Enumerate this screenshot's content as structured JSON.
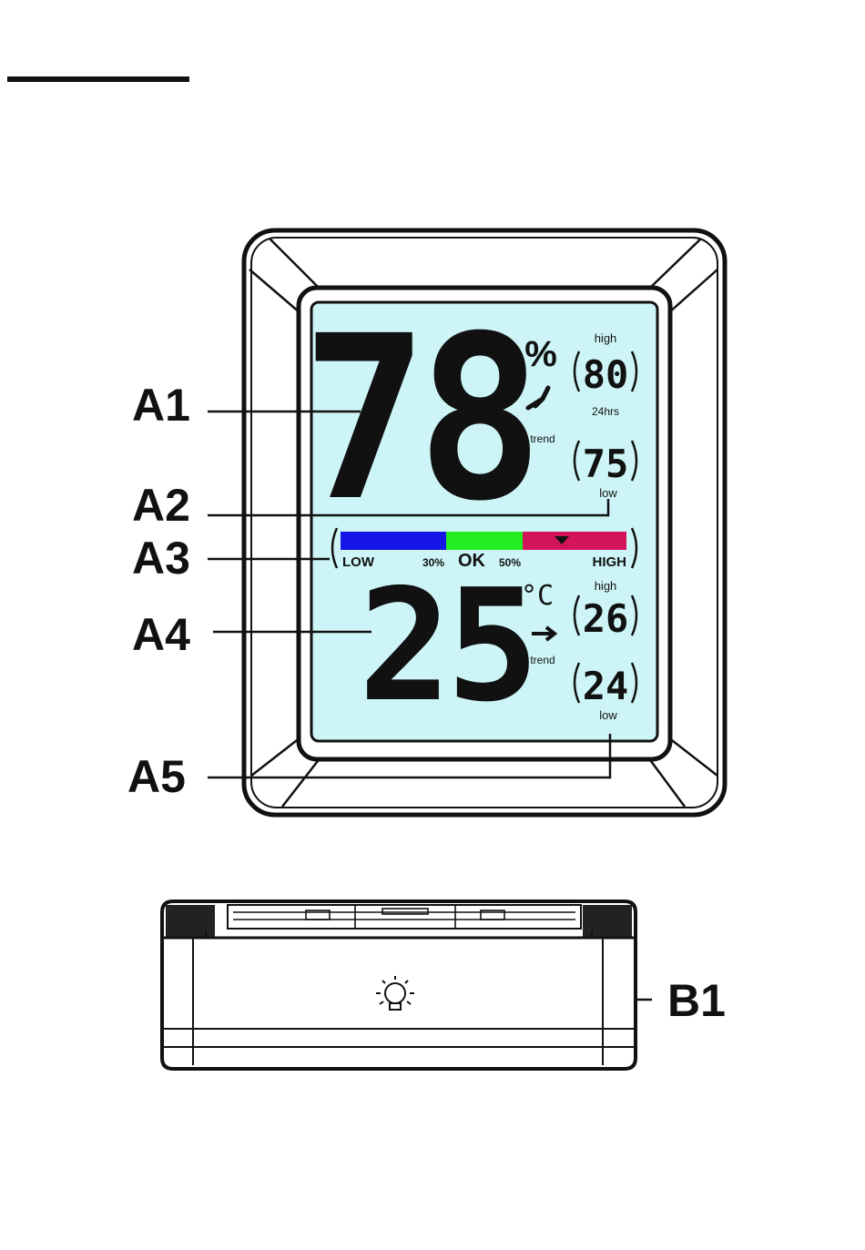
{
  "colors": {
    "lcd_background": "#cdf5f7",
    "bar_low": "#1515e8",
    "bar_ok": "#22ee22",
    "bar_high": "#d4145a",
    "outline": "#111111"
  },
  "display": {
    "humidity_value": "78",
    "humidity_unit": "%",
    "humidity_high_label": "high",
    "humidity_high_value": "80",
    "period_label": "24hrs",
    "humidity_trend_label": "trend",
    "humidity_low_value": "75",
    "humidity_low_label": "low",
    "comfort_bar": {
      "low_label": "LOW",
      "low_threshold": "30%",
      "ok_label": "OK",
      "high_threshold": "50%",
      "high_label": "HIGH"
    },
    "temperature_value": "25",
    "temperature_unit": "°C",
    "temperature_high_label": "high",
    "temperature_high_value": "26",
    "temperature_trend_label": "trend",
    "temperature_low_value": "24",
    "temperature_low_label": "low"
  },
  "callouts": {
    "a1": "A1",
    "a2": "A2",
    "a3": "A3",
    "a4": "A4",
    "a5": "A5",
    "b1": "B1"
  },
  "icons": {
    "backlight_button": "light-bulb-icon",
    "humidity_trend": "trend-up-arrow-icon",
    "temperature_trend": "trend-right-arrow-icon",
    "comfort_pointer": "triangle-down-icon"
  }
}
